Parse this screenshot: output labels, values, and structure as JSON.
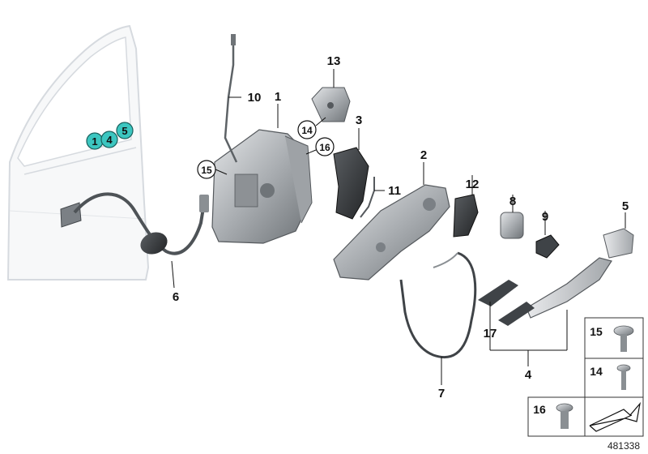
{
  "callouts": {
    "c1": "1",
    "c2": "2",
    "c3": "3",
    "c4": "4",
    "c5": "5",
    "c6": "6",
    "c7": "7",
    "c8": "8",
    "c9": "9",
    "c10": "10",
    "c11": "11",
    "c12": "12",
    "c13": "13",
    "c14": "14",
    "c15": "15",
    "c16": "16",
    "c17": "17"
  },
  "door_badges": {
    "b1": "1",
    "b4": "4",
    "b5": "5"
  },
  "legend": {
    "l15": "15",
    "l14": "14",
    "l16": "16"
  },
  "ref_number": "481338",
  "colors": {
    "badge_fill": "#3cc6c0",
    "part_gray": "#b9bcbf",
    "door_outline": "#d6dadf"
  }
}
